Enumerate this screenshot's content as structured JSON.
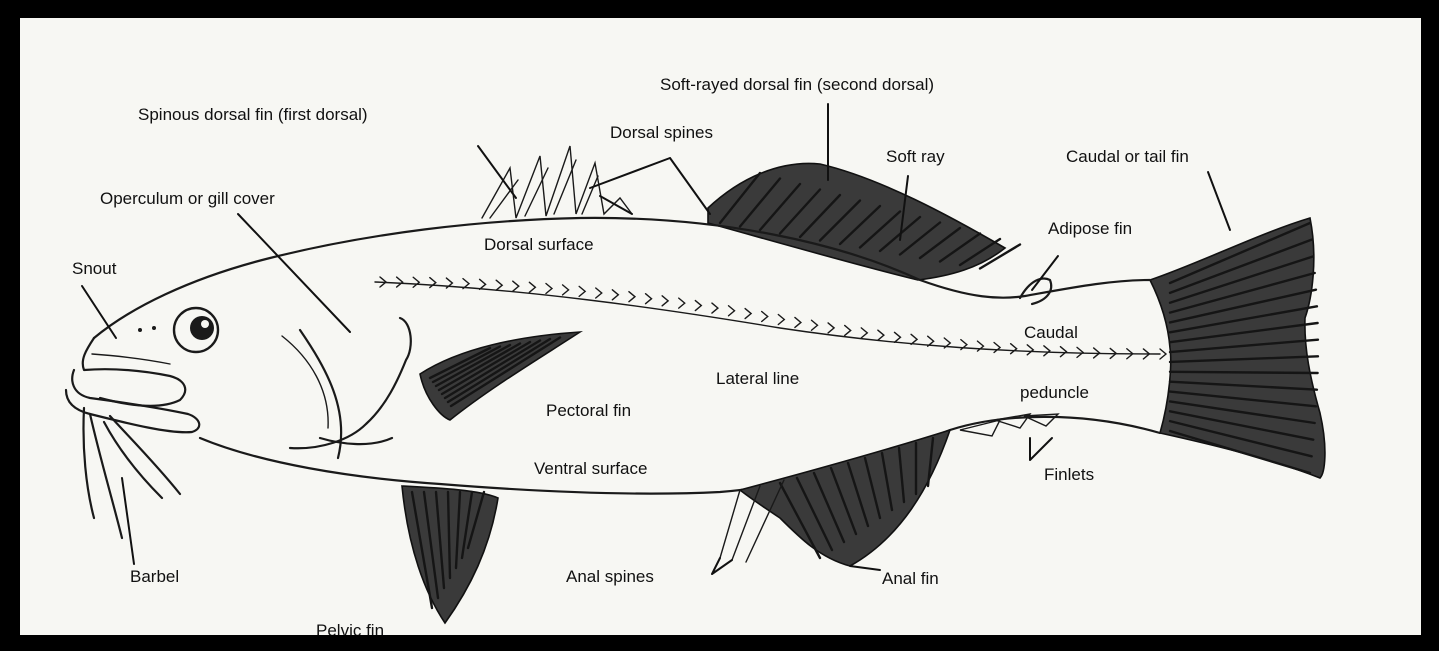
{
  "colors": {
    "frame": "#000000",
    "background": "#f7f7f3",
    "ink": "#111111"
  },
  "labels": {
    "spinous_dorsal_fin": "Spinous dorsal fin (first dorsal)",
    "soft_rayed_dorsal_fin": "Soft-rayed dorsal fin (second dorsal)",
    "dorsal_spines": "Dorsal spines",
    "soft_ray": "Soft ray",
    "caudal_fin": "Caudal or tail fin",
    "operculum": "Operculum or gill cover",
    "dorsal_surface": "Dorsal surface",
    "adipose_fin": "Adipose fin",
    "snout": "Snout",
    "caudal": "Caudal",
    "peduncle": "peduncle",
    "lateral_line": "Lateral line",
    "pectoral_fin": "Pectoral fin",
    "finlets": "Finlets",
    "ventral_surface": "Ventral surface",
    "barbel": "Barbel",
    "anal_spines": "Anal spines",
    "anal_fin": "Anal fin",
    "pelvic_fin": "Pelvic fin"
  }
}
